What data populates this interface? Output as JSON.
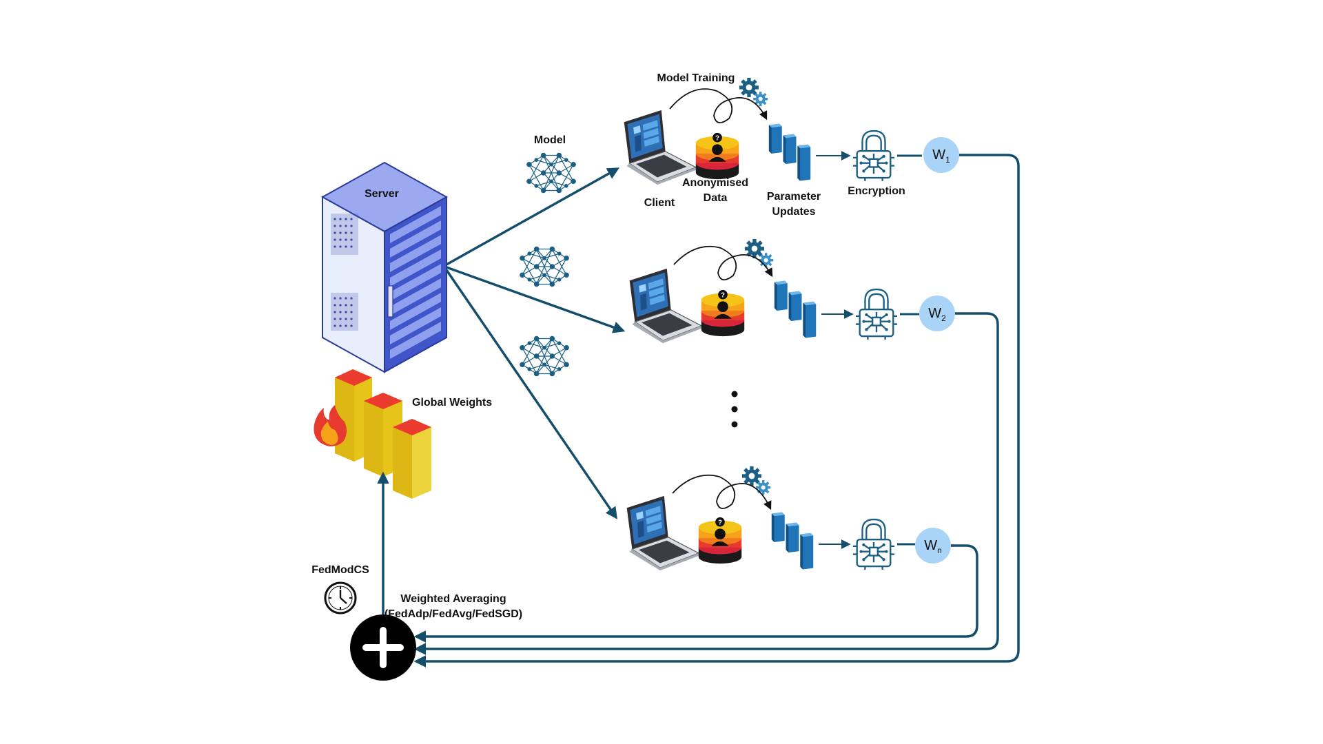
{
  "labels": {
    "server": "Server",
    "model": "Model",
    "model_training": "Model Training",
    "client": "Client",
    "anonymised_data_line1": "Anonymised",
    "anonymised_data_line2": "Data",
    "parameter_updates_line1": "Parameter",
    "parameter_updates_line2": "Updates",
    "encryption": "Encryption",
    "global_weights": "Global Weights",
    "fedmodcs": "FedModCS",
    "weighted_averaging_line1": "Weighted Averaging",
    "weighted_averaging_line2": "(FedAdp/FedAvg/FedSGD)"
  },
  "weights": [
    {
      "base": "W",
      "sub": "1"
    },
    {
      "base": "W",
      "sub": "2"
    },
    {
      "base": "W",
      "sub": "n"
    }
  ],
  "colors": {
    "line": "#144e6b",
    "weight_circle": "#a9d4f7",
    "server_blue": "#3f55c9",
    "server_side": "#e6ecfb",
    "bar_yellow": "#e6c419",
    "bar_top": "#ea3b2e",
    "bar_blue": "#1e6fb0",
    "lock": "#1b5f84",
    "plus_circle": "#000000"
  },
  "icons": [
    "server-icon",
    "neural-network-icon",
    "laptop-icon",
    "anonymised-database-icon",
    "gears-icon",
    "parameter-blocks-icon",
    "encryption-lock-icon",
    "global-weights-bars-icon",
    "fire-icon",
    "clock-icon",
    "plus-aggregator-icon",
    "ellipsis-dots"
  ]
}
